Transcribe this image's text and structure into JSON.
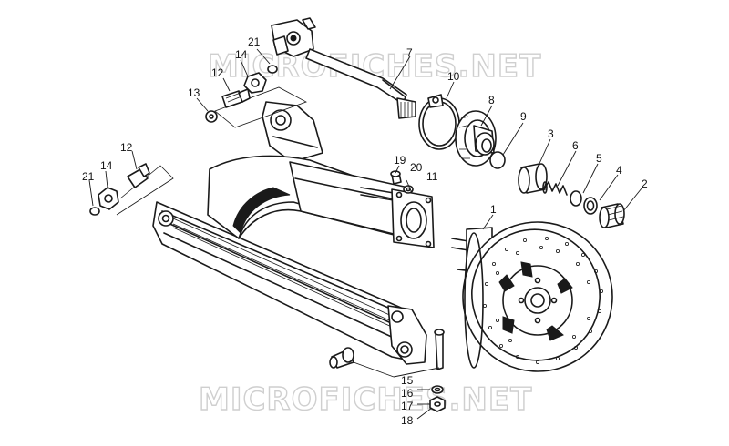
{
  "watermark_text": "MICROFICHES.NET",
  "callouts": [
    "1",
    "2",
    "3",
    "4",
    "5",
    "6",
    "7",
    "8",
    "9",
    "10",
    "11",
    "12",
    "12",
    "13",
    "14",
    "14",
    "15",
    "16",
    "17",
    "18",
    "19",
    "20",
    "21",
    "21"
  ],
  "parts": [
    {
      "name": "wheel-hub-brake-disc",
      "ref": "1"
    },
    {
      "name": "splined-coupling",
      "ref": "2"
    },
    {
      "name": "bearing-sleeve",
      "ref": "3"
    },
    {
      "name": "ring",
      "ref": "4"
    },
    {
      "name": "o-ring",
      "ref": "5"
    },
    {
      "name": "spring",
      "ref": "6"
    },
    {
      "name": "drive-shaft-universal-joint",
      "ref": "7"
    },
    {
      "name": "bearing-housing",
      "ref": "8"
    },
    {
      "name": "seal-ring",
      "ref": "9"
    },
    {
      "name": "hose-clamp",
      "ref": "10"
    },
    {
      "name": "swingarm-flange",
      "ref": "11"
    },
    {
      "name": "grease-nipple-upper",
      "ref": "12"
    },
    {
      "name": "grease-nipple-left",
      "ref": "12"
    },
    {
      "name": "washer",
      "ref": "13"
    },
    {
      "name": "nut-upper",
      "ref": "14"
    },
    {
      "name": "nut-left",
      "ref": "14"
    },
    {
      "name": "pivot-pin",
      "ref": "15"
    },
    {
      "name": "bolt",
      "ref": "16"
    },
    {
      "name": "washer-lower",
      "ref": "17"
    },
    {
      "name": "nut-lower",
      "ref": "18"
    },
    {
      "name": "stud",
      "ref": "19"
    },
    {
      "name": "washer-flange",
      "ref": "20"
    },
    {
      "name": "cap-upper",
      "ref": "21"
    },
    {
      "name": "cap-left",
      "ref": "21"
    }
  ]
}
